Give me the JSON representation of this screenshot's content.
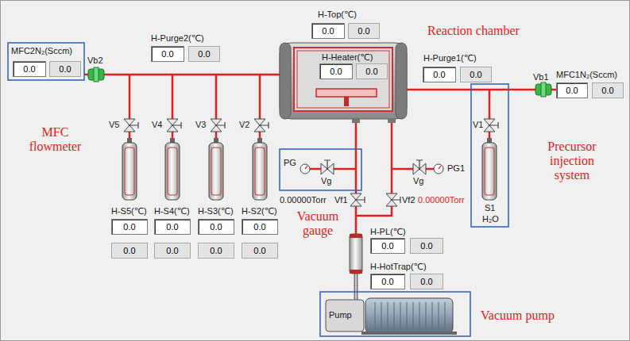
{
  "diagram": {
    "nodes": [
      {
        "text": [
          "0.0"
        ]
      },
      {
        "text": [
          "0.0"
        ]
      },
      {
        "text": [
          "0.0"
        ]
      },
      {
        "text": [
          "0.0"
        ]
      },
      {
        "text": [
          "0.0"
        ]
      },
      {
        "text": [
          "0.0"
        ]
      },
      {
        "text": [
          "0.0"
        ]
      },
      {
        "text": [
          "0.0"
        ]
      },
      {
        "text": [
          "0.0"
        ]
      },
      {
        "text": [
          "0.0"
        ]
      },
      {
        "text": [
          "0.0"
        ]
      },
      {
        "text": [
          "0.0"
        ]
      },
      {
        "text": [
          "0.0"
        ]
      },
      {
        "text": [
          "0.0"
        ]
      },
      {
        "text": [
          "0.0"
        ]
      },
      {
        "text": [
          "0.0"
        ]
      },
      {
        "text": [
          "0.0"
        ]
      },
      {
        "text": [
          "0.0"
        ]
      },
      {
        "text": [
          "0.0"
        ]
      },
      {
        "text": [
          "0.0"
        ]
      },
      {
        "text": [
          "0.0"
        ]
      },
      {
        "text": [
          "0.0"
        ]
      },
      {
        "text": [
          "0.0"
        ]
      },
      {
        "text": [
          "0.0"
        ]
      }
    ],
    "labels": [
      "H-Top(℃)",
      "Reaction chamber",
      "H-Purge2(℃)",
      "MFC2N₂(Sccm)",
      "Vb2",
      "H-Heater(℃)",
      "H-Purge1(℃)",
      "Vb1",
      "MFC1N₂(Sccm)",
      "MFC flowmeter",
      "V5",
      "V4",
      "V3",
      "V2",
      "V1",
      "PG",
      "Vg",
      "PG1",
      "Vg",
      "Precursor injection system",
      "0.00000Torr",
      "Vf1",
      "Vf2",
      "0.00000Torr",
      "S1",
      "H₂O",
      "H-S5(℃)",
      "H-S4(℃)",
      "H-S3(℃)",
      "H-S2(℃)",
      "Vacuum gauge",
      "H-PL(℃)",
      "H-HotTrap(℃)",
      "Pump",
      "Vacuum pump"
    ]
  }
}
